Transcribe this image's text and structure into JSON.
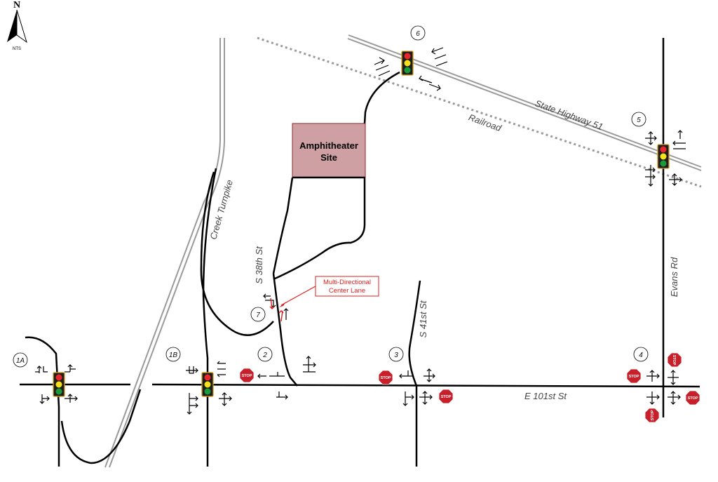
{
  "north_arrow": {
    "letter": "N",
    "scale_note": "NTS"
  },
  "site": {
    "line1": "Amphitheater",
    "line2": "Site",
    "fill": "#cfa0a3",
    "stroke": "#8a2b2e"
  },
  "roads": {
    "highway": "State Highway 51",
    "railroad": "Railroad",
    "creek_turnpike": "Creek Turnpike",
    "s38": "S 38th St",
    "s41": "S 41st St",
    "evans": "Evans Rd",
    "e101": "E 101st St"
  },
  "callout": {
    "line1": "Multi-Directional",
    "line2": "Center Lane",
    "color": "#e0201c"
  },
  "intersections": {
    "i1a": "1A",
    "i1b": "1B",
    "i2": "2",
    "i3": "3",
    "i4": "4",
    "i5": "5",
    "i6": "6",
    "i7": "7"
  },
  "stop_sign": {
    "text": "STOP",
    "color": "#c8202a"
  },
  "signal_colors": {
    "red": "#e8262b",
    "yellow": "#f5e21a",
    "green": "#1a9a3a",
    "housing": "#1e1e1e",
    "border": "#d59a1e"
  }
}
